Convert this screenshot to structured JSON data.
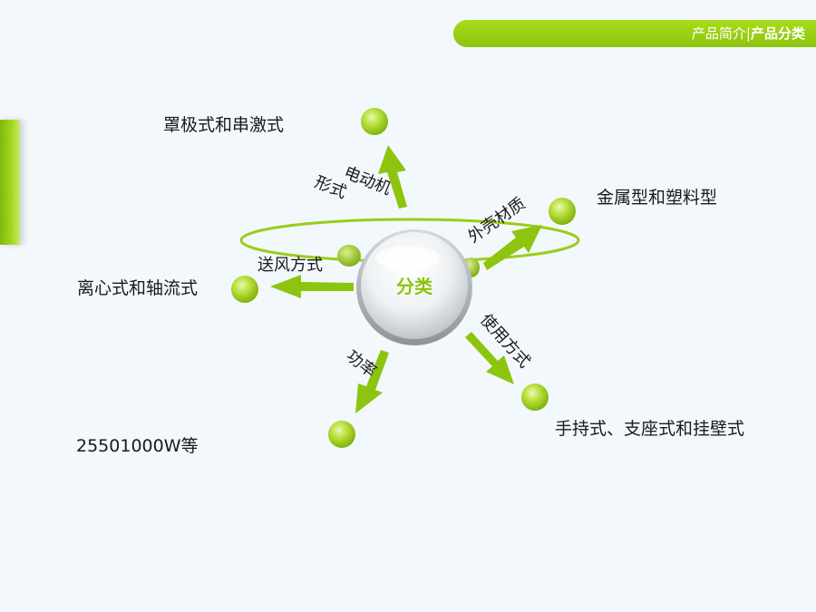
{
  "header": {
    "crumb_secondary": "产品简介",
    "separator": "|",
    "crumb_current": "产品分类"
  },
  "diagram": {
    "center": "分类",
    "branches": {
      "motor": {
        "label_line1": "电动机",
        "label_line2": "形式",
        "leaf": "罩极式和串激式"
      },
      "shell": {
        "label": "外壳材质",
        "leaf": "金属型和塑料型"
      },
      "air": {
        "label": "送风方式",
        "leaf": "离心式和轴流式"
      },
      "usage": {
        "label": "使用方式",
        "leaf": "手持式、支座式和挂壁式"
      },
      "power": {
        "label": "功率",
        "leaf": "25501000W等"
      }
    }
  },
  "colors": {
    "accent": "#8cc40e",
    "accent_light": "#a8dc1a",
    "background": "#f2f8fb",
    "text": "#1a1a1a"
  }
}
